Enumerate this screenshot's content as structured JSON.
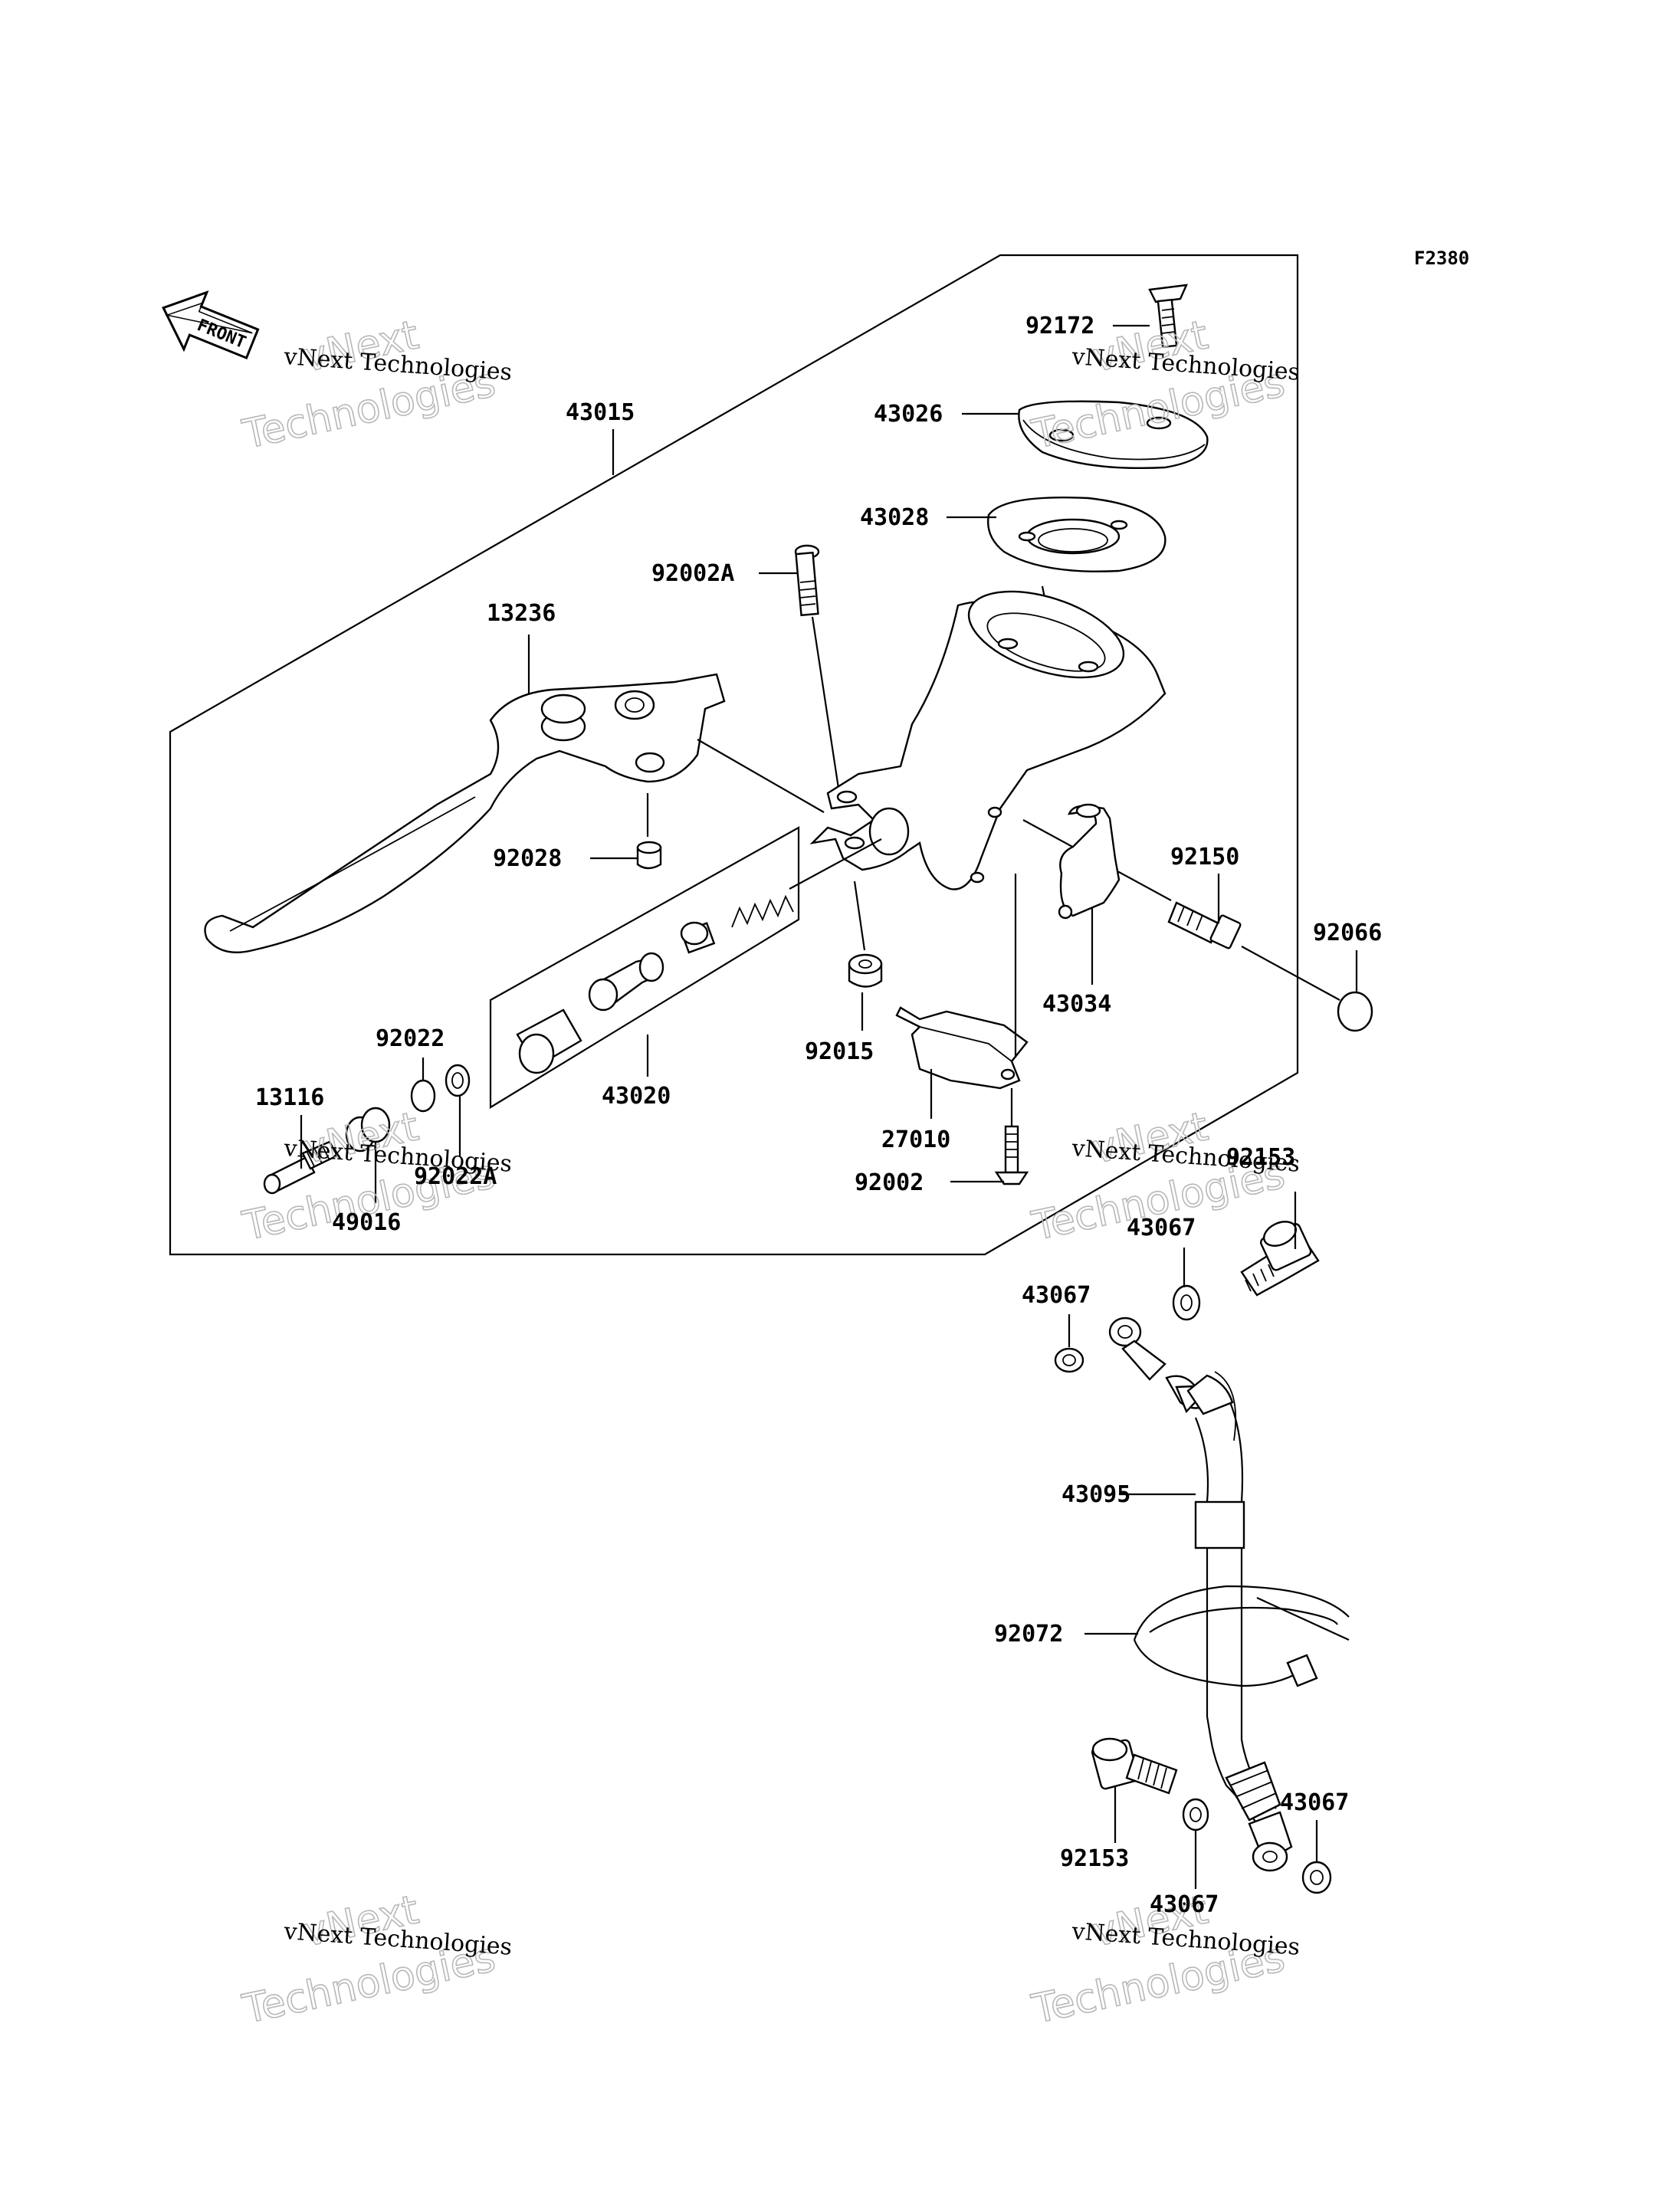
{
  "figure_code": "F2380",
  "front_marker": "FRONT",
  "watermark": {
    "small": "vNext Technologies",
    "big_top": "vNext",
    "big_bottom": "Technologies"
  },
  "parts": {
    "p92172": "92172",
    "p43026": "43026",
    "p43028": "43028",
    "p43015": "43015",
    "p92002A": "92002A",
    "p13236": "13236",
    "p92028": "92028",
    "p92150": "92150",
    "p92066": "92066",
    "p43034": "43034",
    "p92015": "92015",
    "p92022": "92022",
    "p43020": "43020",
    "p13116": "13116",
    "p92022A": "92022A",
    "p49016": "49016",
    "p27010": "27010",
    "p92002": "92002",
    "p92153a": "92153",
    "p43067a": "43067",
    "p43067b": "43067",
    "p43095": "43095",
    "p92072": "92072",
    "p92153b": "92153",
    "p43067c": "43067",
    "p43067d": "43067"
  }
}
